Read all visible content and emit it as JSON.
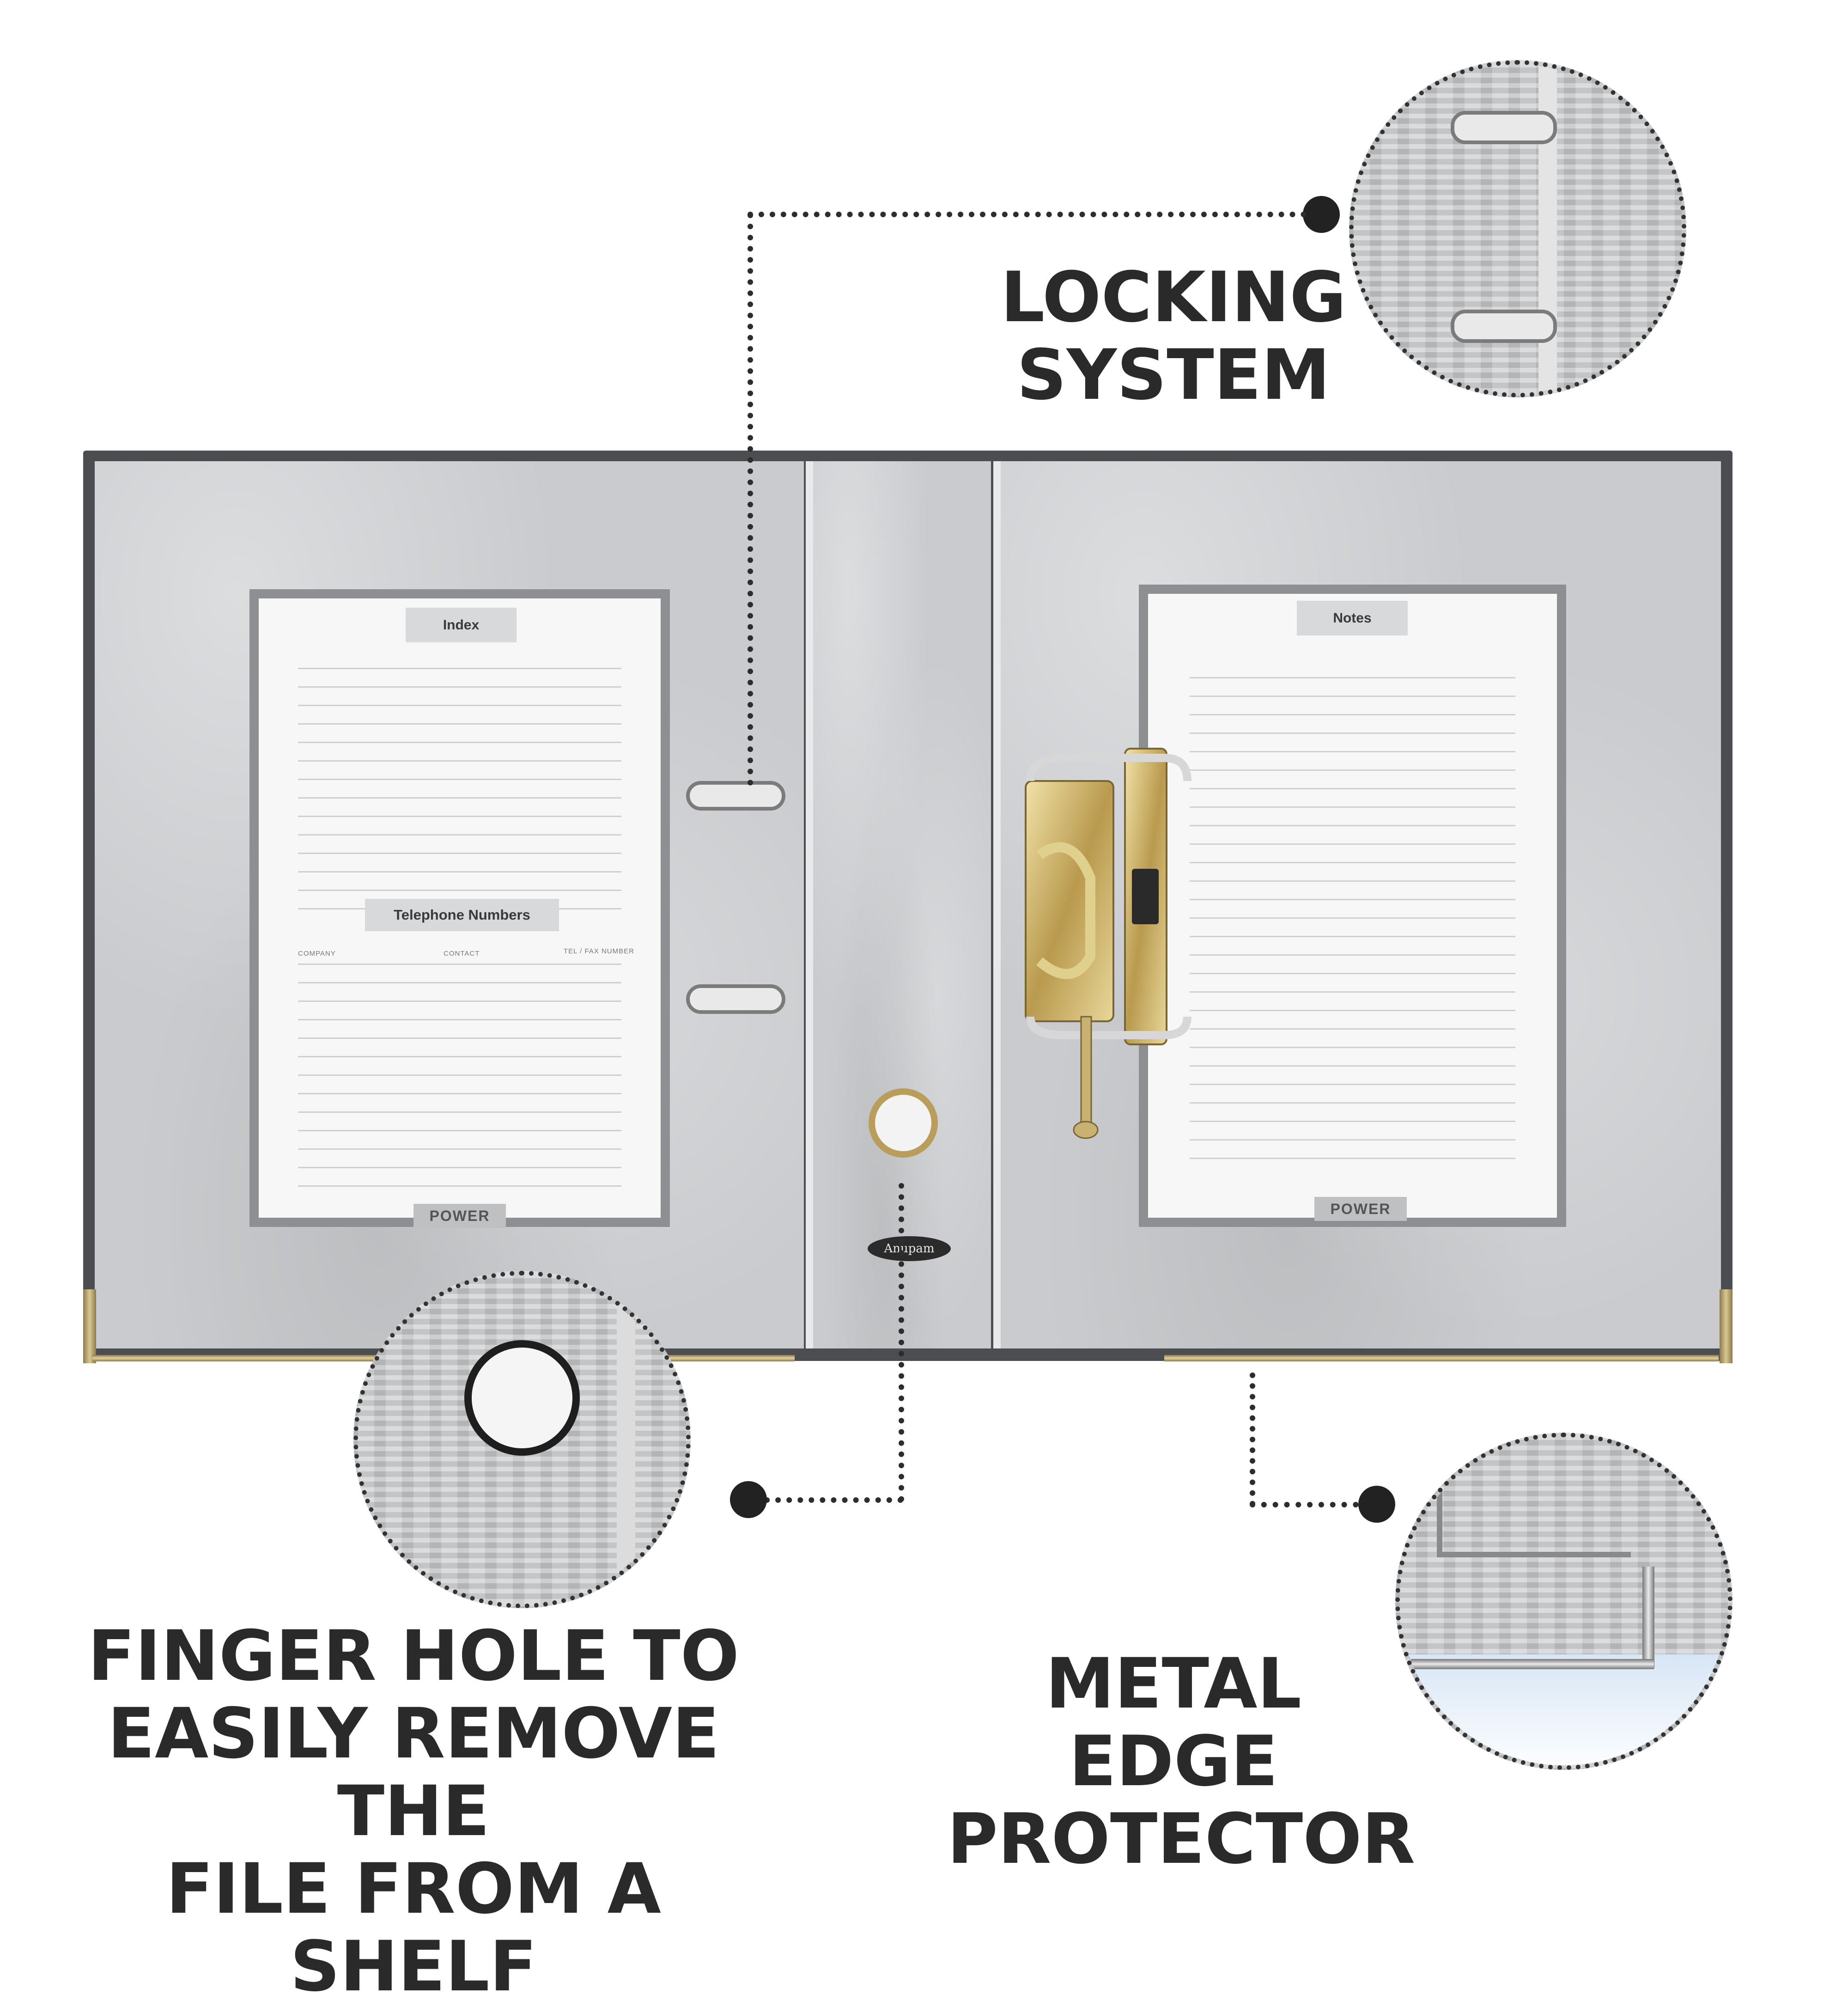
{
  "binder": {
    "left_sheet": {
      "index_title": "Index",
      "telephone_title": "Telephone Numbers",
      "columns": [
        "COMPANY",
        "CONTACT",
        "TEL / FAX NUMBER"
      ],
      "brand": "POWER"
    },
    "right_sheet": {
      "notes_title": "Notes",
      "brand": "POWER"
    },
    "spine_logo": "Anupam"
  },
  "callouts": {
    "locking_system": {
      "label_line1": "LOCKING",
      "label_line2": "SYSTEM"
    },
    "finger_hole": {
      "label_line1": "FINGER HOLE TO",
      "label_line2": "EASILY REMOVE THE",
      "label_line3": "FILE FROM A SHELF"
    },
    "metal_edge": {
      "label_line1": "METAL EDGE",
      "label_line2": "PROTECTOR"
    }
  },
  "colors": {
    "binder_cover": "#4b4d51",
    "board": "#c9cbce",
    "text": "#2a2a2a",
    "metal": "#d9c98f"
  }
}
